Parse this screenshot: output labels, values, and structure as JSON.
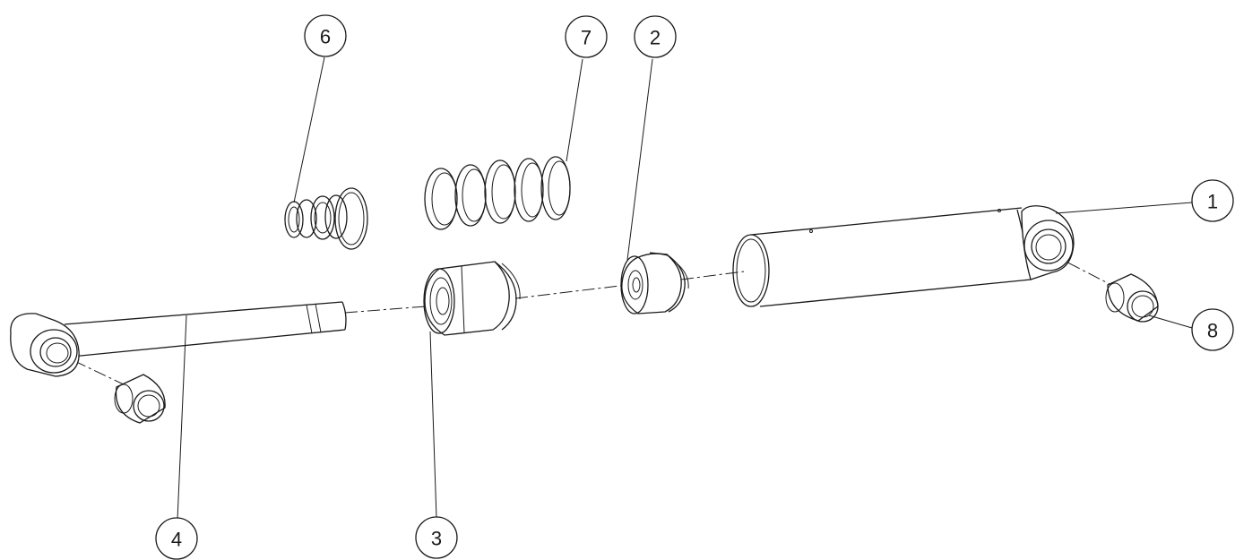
{
  "callouts": [
    {
      "id": "1",
      "label": "1"
    },
    {
      "id": "2",
      "label": "2"
    },
    {
      "id": "3",
      "label": "3"
    },
    {
      "id": "4",
      "label": "4"
    },
    {
      "id": "6",
      "label": "6"
    },
    {
      "id": "7",
      "label": "7"
    },
    {
      "id": "8",
      "label": "8"
    }
  ],
  "colors": {
    "line": "#1a1a1a",
    "background": "#ffffff"
  }
}
